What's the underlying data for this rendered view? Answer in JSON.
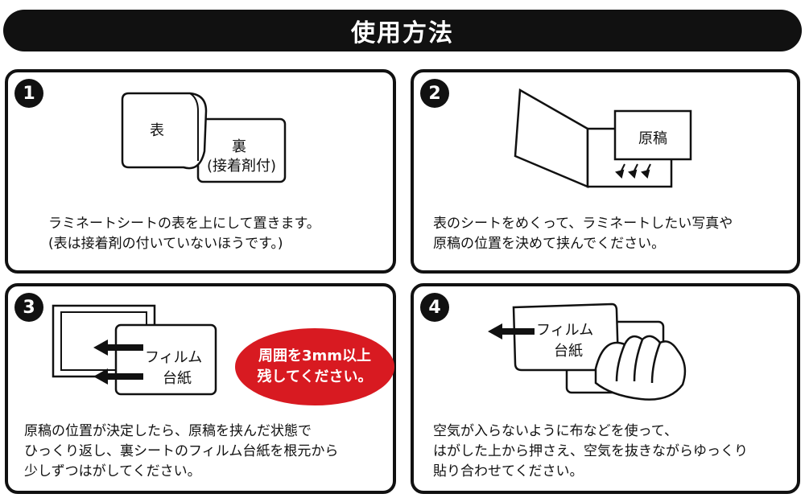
{
  "header": {
    "title": "使用方法"
  },
  "steps": [
    {
      "number": "1",
      "labels": {
        "front": "表",
        "back": "裏",
        "back_sub": "(接着剤付)"
      },
      "caption": [
        "ラミネートシートの表を上にして置きます。",
        "(表は接着剤の付いていないほうです。)"
      ]
    },
    {
      "number": "2",
      "labels": {
        "original": "原稿"
      },
      "caption": [
        "表のシートをめくって、ラミネートしたい写真や",
        "原稿の位置を決めて挟んでください。"
      ]
    },
    {
      "number": "3",
      "labels": {
        "film_1": "フィルム",
        "film_2": "台紙"
      },
      "badge": [
        "周囲を3mm以上",
        "残してください。"
      ],
      "caption": [
        "原稿の位置が決定したら、原稿を挟んだ状態で",
        "ひっくり返し、裏シートのフィルム台紙を根元から",
        "少しずつはがしてください。"
      ]
    },
    {
      "number": "4",
      "labels": {
        "film_1": "フィルム",
        "film_2": "台紙"
      },
      "caption": [
        "空気が入らないように布などを使って、",
        "はがした上から押さえ、空気を抜きながらゆっくり",
        "貼り合わせてください。"
      ]
    }
  ],
  "colors": {
    "header_bg": "#111111",
    "badge_red": "#d81a21"
  }
}
